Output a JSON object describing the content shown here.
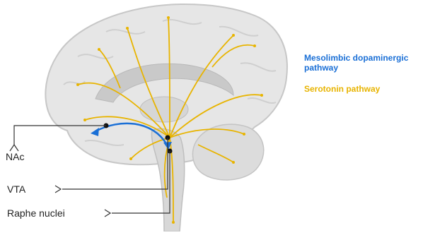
{
  "labels": {
    "nac": "NAc",
    "vta": "VTA",
    "raphe": "Raphe nuclei"
  },
  "legend": {
    "dopamine_line1": "Mesolimbic dopaminergic",
    "dopamine_line2": "pathway",
    "serotonin": "Serotonin pathway"
  },
  "colors": {
    "dopamine": "#1a6fd6",
    "serotonin": "#e8b400",
    "brain_fill": "#e6e6e6",
    "brain_edge": "#c7c7c7",
    "label_line": "#333333"
  }
}
